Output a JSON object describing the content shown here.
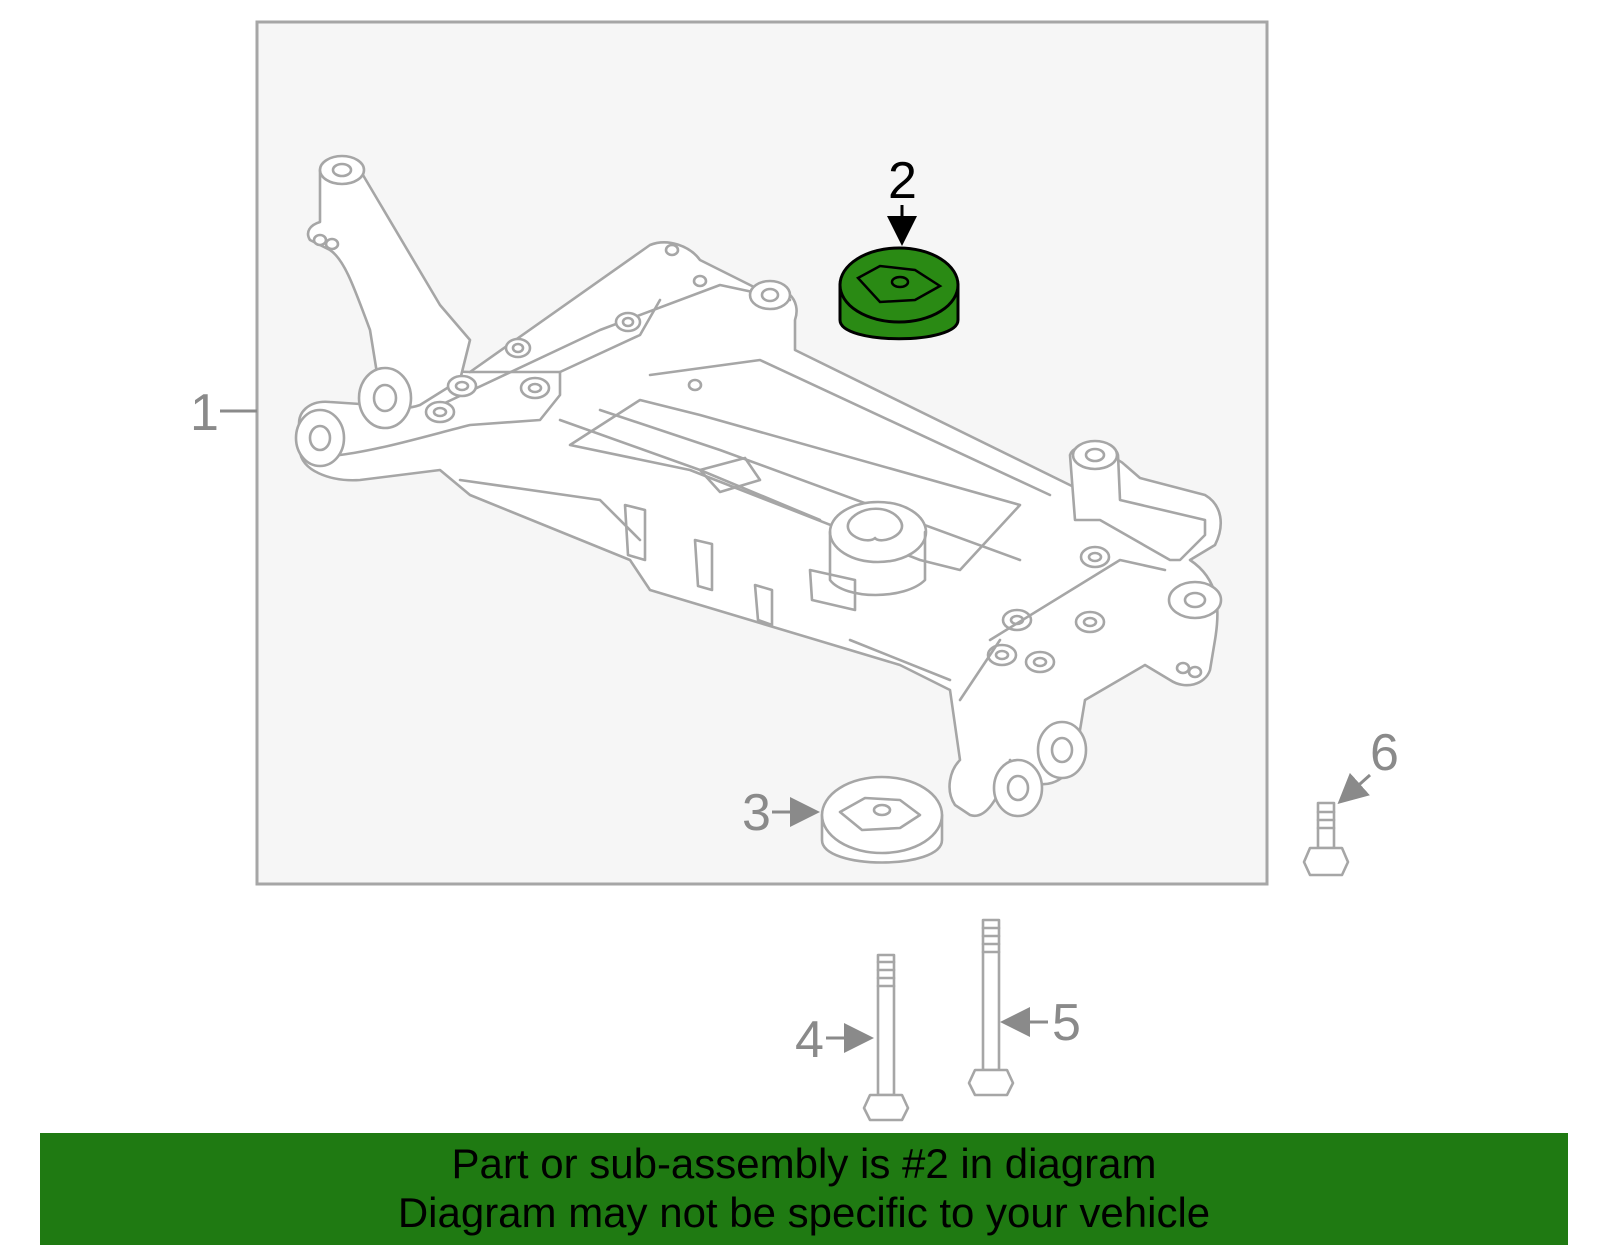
{
  "diagram": {
    "callouts": [
      {
        "id": "1",
        "label": "1"
      },
      {
        "id": "2",
        "label": "2"
      },
      {
        "id": "3",
        "label": "3"
      },
      {
        "id": "4",
        "label": "4"
      },
      {
        "id": "5",
        "label": "5"
      },
      {
        "id": "6",
        "label": "6"
      }
    ],
    "highlight_color": "#1f7a12",
    "frame_color": "#a6a6a6",
    "frame_fill": "#f6f6f6"
  },
  "banner": {
    "line1": "Part or sub-assembly is #2 in diagram",
    "line2": "Diagram may not be specific to your vehicle",
    "background": "#1f7a12"
  }
}
